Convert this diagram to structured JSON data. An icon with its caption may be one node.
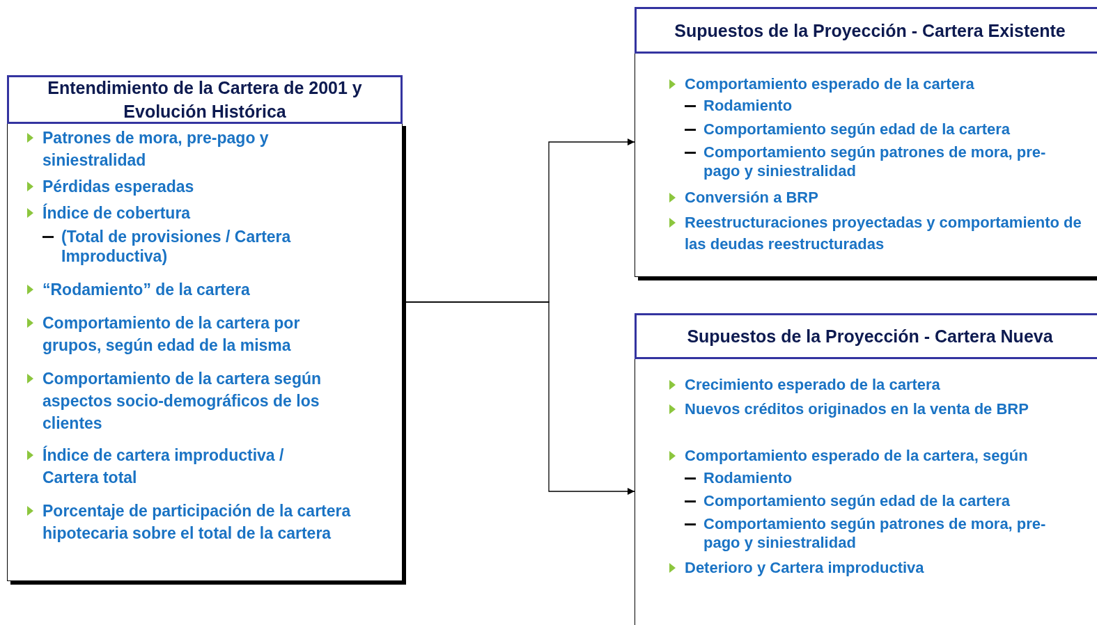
{
  "diagram": {
    "nodes": [
      {
        "text": [
          "Entendimiento de la Cartera de 2001 y Evolución Histórica",
          "Patrones de mora, pre-pago y siniestralidad",
          "Pérdidas esperadas",
          "Índice de cobertura",
          "(Total de provisiones / Cartera Improductiva)",
          "“Rodamiento” de la cartera",
          "Comportamiento de la cartera por grupos, según edad de la misma",
          "Comportamiento de la cartera según aspectos socio-demográficos de los clientes",
          "Índice de cartera improductiva / Cartera total",
          "Porcentaje de participación de la cartera hipotecaria sobre el total de la cartera"
        ]
      },
      {
        "text": [
          "Supuestos de la Proyección - Cartera Existente",
          "Comportamiento esperado de la cartera",
          "Rodamiento",
          "Comportamiento según edad de la cartera",
          "Comportamiento según patrones de mora, pre-pago y siniestralidad",
          "Conversión a BRP",
          "Reestructuraciones proyectadas y comportamiento de las deudas reestructuradas"
        ]
      },
      {
        "text": [
          "Supuestos de la Proyección - Cartera Nueva",
          "Crecimiento esperado de la cartera",
          "Nuevos créditos originados en la venta de BRP",
          "Comportamiento esperado de la cartera, según",
          "Rodamiento",
          "Comportamiento según edad de la cartera",
          "Comportamiento según patrones de mora, pre-pago y siniestralidad",
          "Deterioro  y Cartera  improductiva"
        ]
      }
    ],
    "edges": [
      {
        "from": 0,
        "to": 1,
        "arrow": "to"
      },
      {
        "from": 0,
        "to": 2,
        "arrow": "to"
      }
    ]
  }
}
